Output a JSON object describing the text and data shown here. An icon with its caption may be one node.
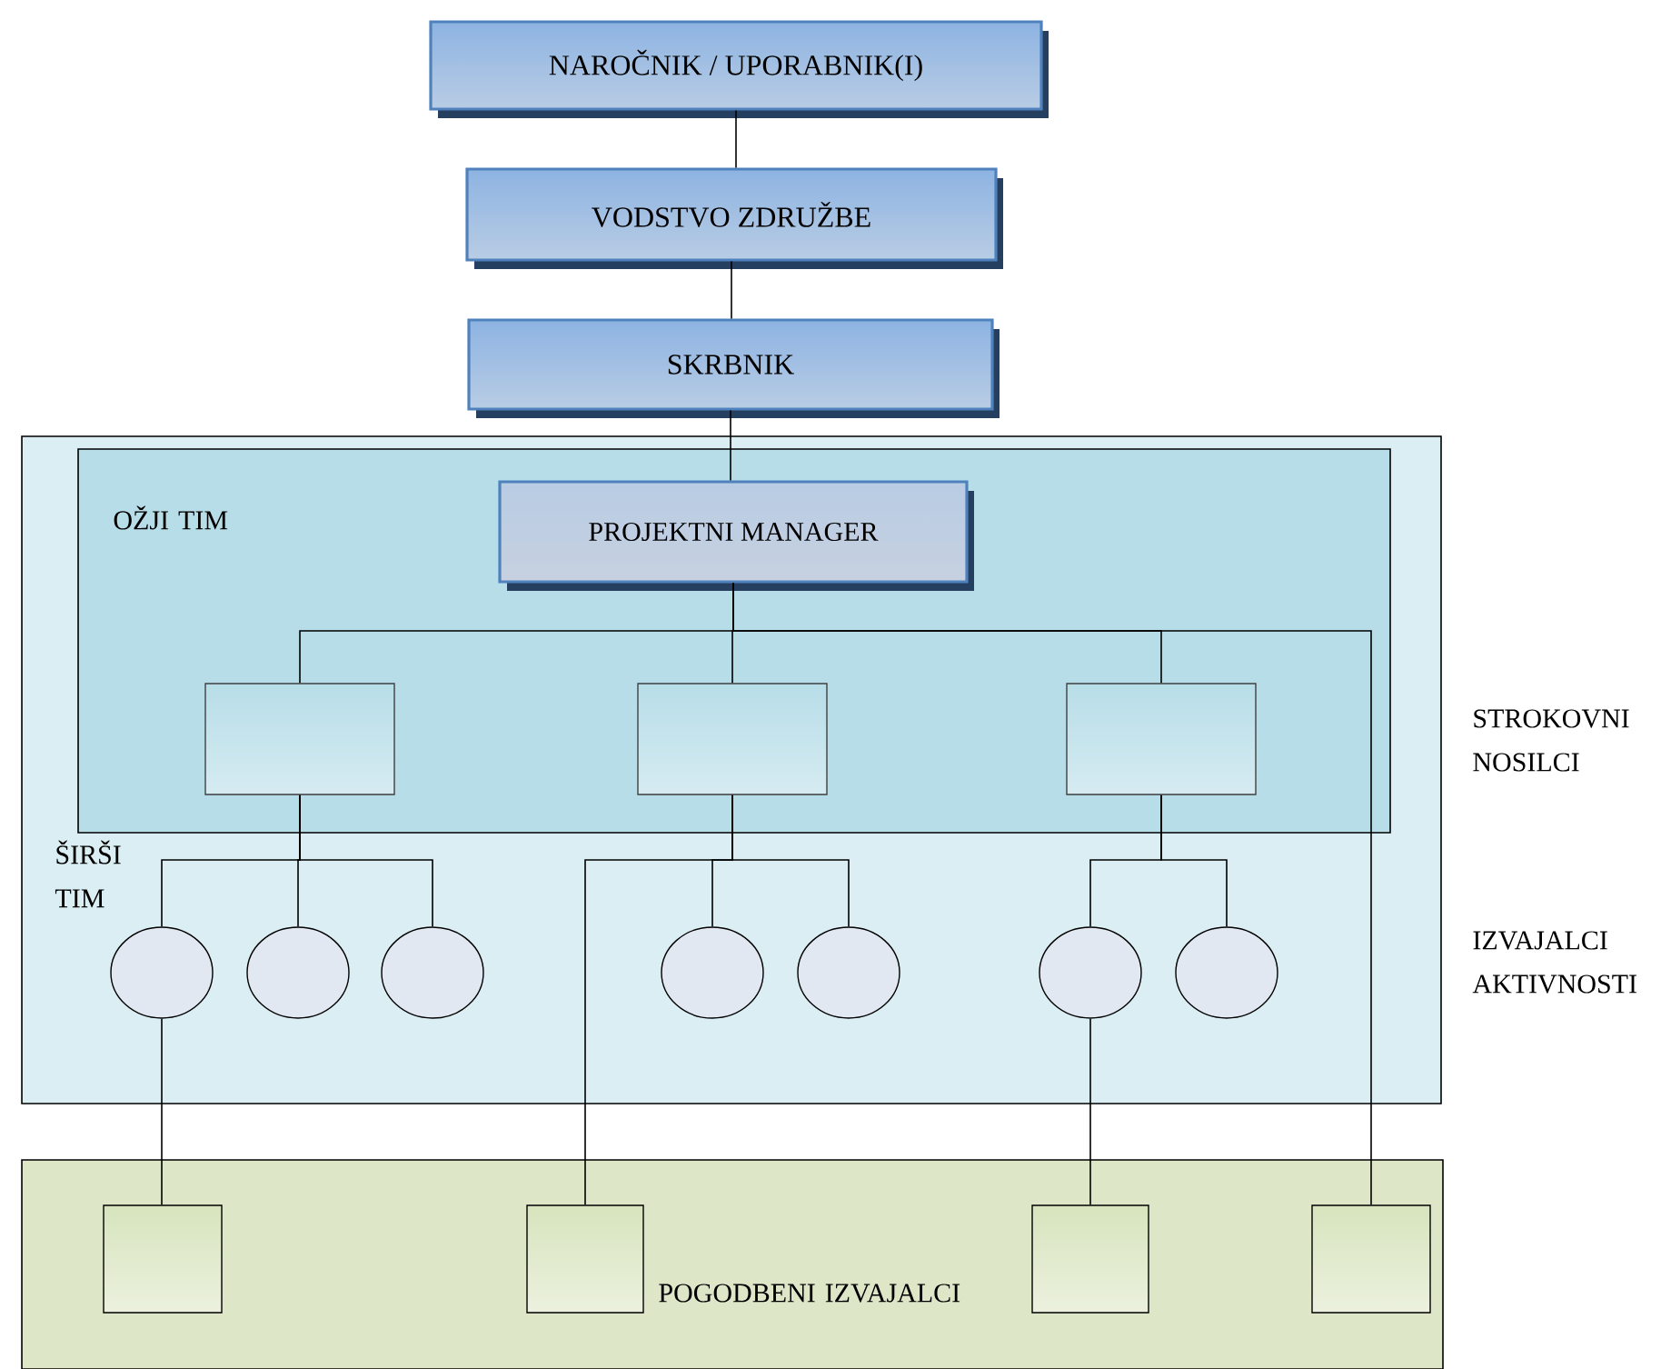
{
  "diagram": {
    "nodes": [
      {
        "text": [
          "NAROČNIK / UPORABNIK(I)"
        ]
      },
      {
        "text": [
          "VODSTVO ZDRUŽBE"
        ]
      },
      {
        "text": [
          "SKRBNIK"
        ]
      },
      {
        "text": [
          "ŠIRŠI TIM"
        ]
      },
      {
        "text": [
          "OŽJI TIM"
        ],
        "in": 3
      },
      {
        "text": [
          "PROJEKTNI MANAGER"
        ],
        "in": 4
      },
      {
        "text": [],
        "shape": "box",
        "in": 4
      },
      {
        "text": [],
        "shape": "box",
        "in": 4
      },
      {
        "text": [],
        "shape": "box",
        "in": 4
      },
      {
        "text": [],
        "shape": "ellipse",
        "in": 3
      },
      {
        "text": [],
        "shape": "ellipse",
        "in": 3
      },
      {
        "text": [],
        "shape": "ellipse",
        "in": 3
      },
      {
        "text": [],
        "shape": "ellipse",
        "in": 3
      },
      {
        "text": [],
        "shape": "ellipse",
        "in": 3
      },
      {
        "text": [],
        "shape": "ellipse",
        "in": 3
      },
      {
        "text": [],
        "shape": "ellipse",
        "in": 3
      },
      {
        "text": [
          "POGODBENI IZVAJALCI"
        ]
      },
      {
        "text": [],
        "shape": "box",
        "in": 16
      },
      {
        "text": [],
        "shape": "box",
        "in": 16
      },
      {
        "text": [],
        "shape": "box",
        "in": 16
      },
      {
        "text": [],
        "shape": "box",
        "in": 16
      }
    ],
    "edges": [
      {
        "from": 0,
        "to": 1,
        "arrow": "none"
      },
      {
        "from": 1,
        "to": 2,
        "arrow": "none"
      },
      {
        "from": 2,
        "to": 5,
        "arrow": "none"
      },
      {
        "from": 5,
        "to": 6,
        "arrow": "none"
      },
      {
        "from": 5,
        "to": 7,
        "arrow": "none"
      },
      {
        "from": 5,
        "to": 8,
        "arrow": "none"
      },
      {
        "from": 5,
        "to": 20,
        "arrow": "none"
      },
      {
        "from": 6,
        "to": 9,
        "arrow": "none"
      },
      {
        "from": 6,
        "to": 10,
        "arrow": "none"
      },
      {
        "from": 6,
        "to": 11,
        "arrow": "none"
      },
      {
        "from": 7,
        "to": 12,
        "arrow": "none"
      },
      {
        "from": 7,
        "to": 13,
        "arrow": "none"
      },
      {
        "from": 7,
        "to": 18,
        "arrow": "none"
      },
      {
        "from": 8,
        "to": 14,
        "arrow": "none"
      },
      {
        "from": 8,
        "to": 15,
        "arrow": "none"
      },
      {
        "from": 9,
        "to": 17,
        "arrow": "none"
      },
      {
        "from": 14,
        "to": 19,
        "arrow": "none"
      }
    ],
    "labels": [
      "STROKOVNI NOSILCI",
      "IZVAJALCI AKTIVNOSTI"
    ]
  }
}
